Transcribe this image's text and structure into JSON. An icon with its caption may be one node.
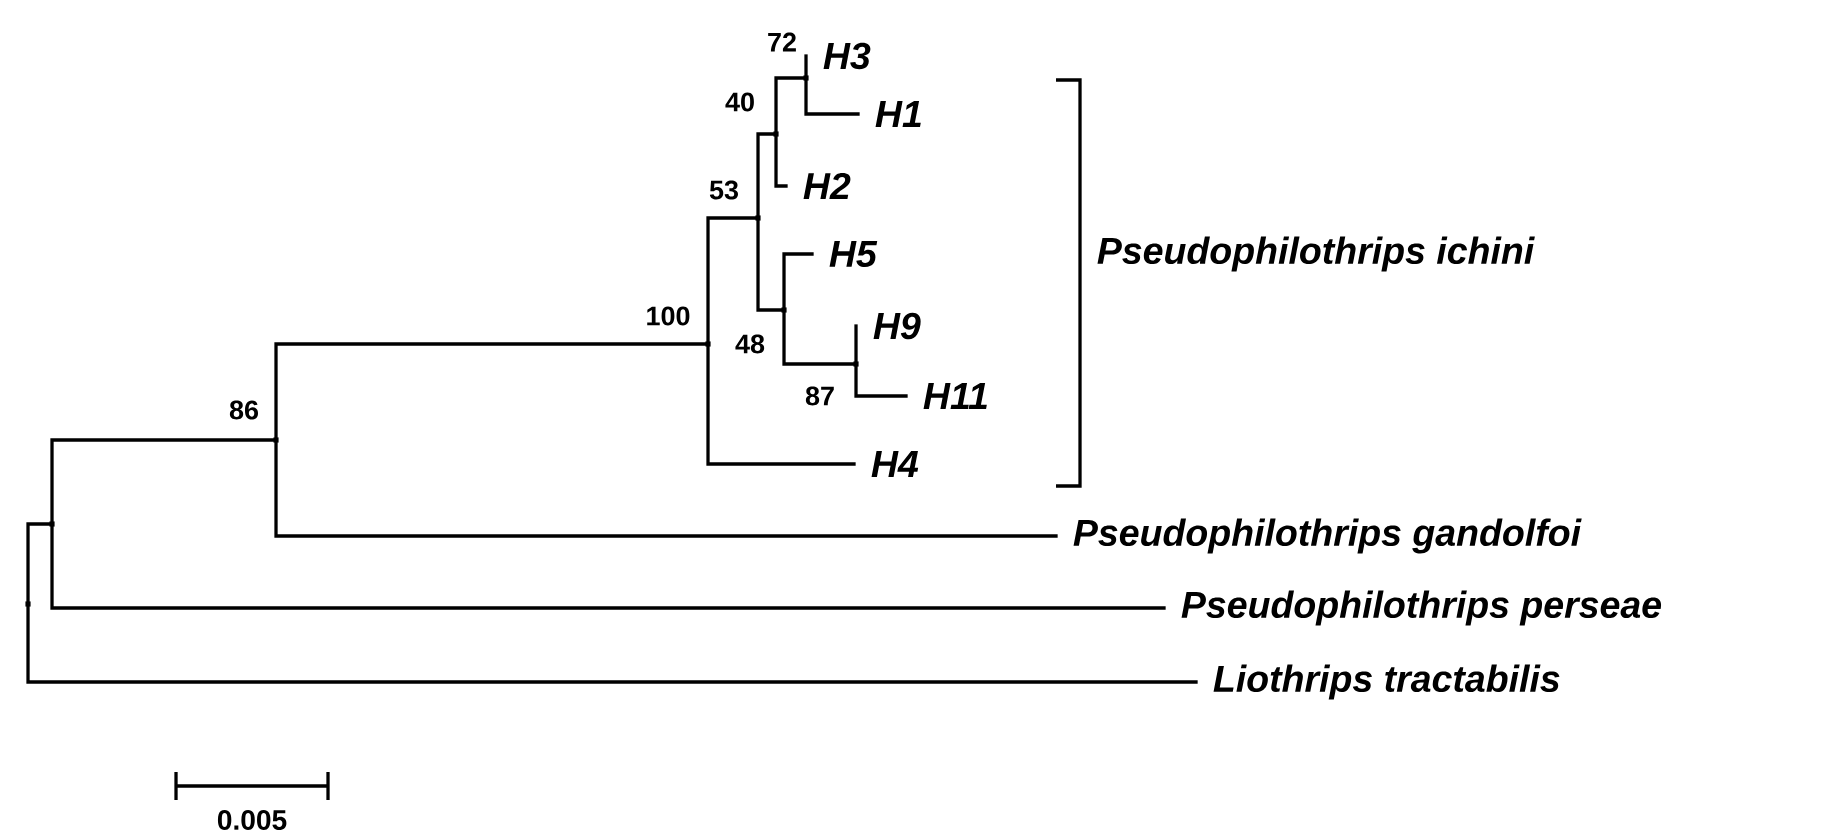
{
  "diagram": {
    "nodes": [
      {
        "text": [],
        "shape": "point"
      },
      {
        "text": [],
        "shape": "point"
      },
      {
        "text": [],
        "shape": "point",
        "beside": [
          "86"
        ]
      },
      {
        "text": [],
        "shape": "point",
        "beside": [
          "100"
        ]
      },
      {
        "text": [],
        "shape": "point",
        "beside": [
          "53"
        ]
      },
      {
        "text": [],
        "shape": "point",
        "beside": [
          "40"
        ]
      },
      {
        "text": [],
        "shape": "point",
        "beside": [
          "72"
        ]
      },
      {
        "text": [
          "H3"
        ]
      },
      {
        "text": [
          "H1"
        ]
      },
      {
        "text": [
          "H2"
        ]
      },
      {
        "text": [],
        "shape": "point",
        "beside": [
          "48"
        ]
      },
      {
        "text": [
          "H5"
        ]
      },
      {
        "text": [],
        "shape": "point",
        "beside": [
          "87"
        ]
      },
      {
        "text": [
          "H9"
        ]
      },
      {
        "text": [
          "H11"
        ]
      },
      {
        "text": [
          "H4"
        ]
      },
      {
        "text": [
          "Pseudophilothrips gandolfoi"
        ]
      },
      {
        "text": [
          "Pseudophilothrips perseae"
        ]
      },
      {
        "text": [
          "Liothrips tractabilis"
        ]
      }
    ],
    "edges": [
      {
        "from": 0,
        "to": 1,
        "arrow": "none"
      },
      {
        "from": 0,
        "to": 18,
        "arrow": "none"
      },
      {
        "from": 1,
        "to": 2,
        "arrow": "none"
      },
      {
        "from": 1,
        "to": 17,
        "arrow": "none"
      },
      {
        "from": 2,
        "to": 3,
        "arrow": "none"
      },
      {
        "from": 2,
        "to": 16,
        "arrow": "none"
      },
      {
        "from": 3,
        "to": 4,
        "arrow": "none"
      },
      {
        "from": 3,
        "to": 15,
        "arrow": "none"
      },
      {
        "from": 4,
        "to": 5,
        "arrow": "none"
      },
      {
        "from": 4,
        "to": 10,
        "arrow": "none"
      },
      {
        "from": 5,
        "to": 6,
        "arrow": "none"
      },
      {
        "from": 5,
        "to": 9,
        "arrow": "none"
      },
      {
        "from": 6,
        "to": 7,
        "arrow": "none"
      },
      {
        "from": 6,
        "to": 8,
        "arrow": "none"
      },
      {
        "from": 10,
        "to": 11,
        "arrow": "none"
      },
      {
        "from": 10,
        "to": 12,
        "arrow": "none"
      },
      {
        "from": 12,
        "to": 13,
        "arrow": "none"
      },
      {
        "from": 12,
        "to": 14,
        "arrow": "none"
      }
    ],
    "labels": [
      "Pseudophilothrips ichini",
      "0.005"
    ]
  }
}
